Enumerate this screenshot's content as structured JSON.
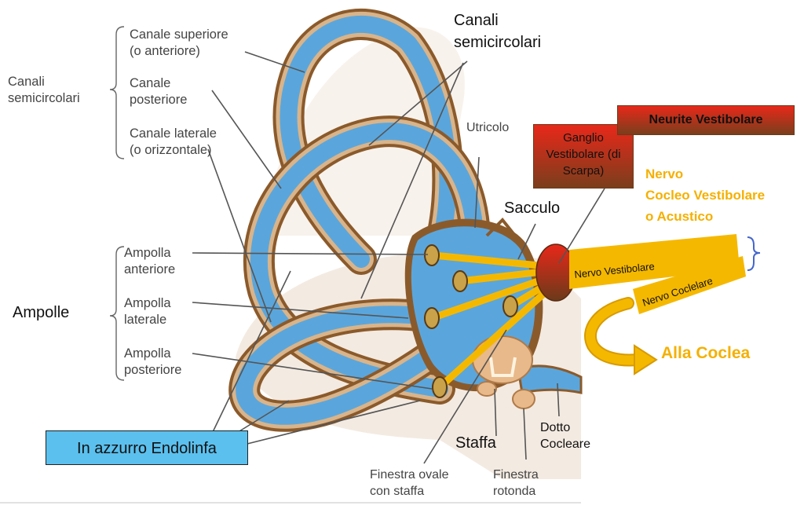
{
  "labels": {
    "canali_group": "Canali\nsemicircolari",
    "canale_superiore": "Canale superiore\n(o anteriore)",
    "canale_posteriore": "Canale\nposteriore",
    "canale_laterale": "Canale laterale\n(o orizzontale)",
    "canali_top": "Canali\nsemicircolari",
    "utricolo": "Utricolo",
    "sacculo": "Sacculo",
    "ganglio": "Ganglio\nVestibolare\n(di Scarpa)",
    "neurite": "Neurite Vestibolare",
    "nervo_cocleo": "Nervo\nCocleo Vestibolare\no Acustico",
    "nervo_vestibolare": "Nervo Vestibolare",
    "nervo_cocleare": "Nervo Coclelare",
    "alla_coclea": "Alla Coclea",
    "ampolle": "Ampolle",
    "ampolla_anteriore": "Ampolla\nanteriore",
    "ampolla_laterale": "Ampolla\nlaterale",
    "ampolla_posteriore": "Ampolla\nposteriore",
    "endolinfa": "In azzurro Endolinfa",
    "staffa": "Staffa",
    "dotto_cocleare": "Dotto\nCocleare",
    "finestra_ovale": "Finestra ovale\ncon staffa",
    "finestra_rotonda": "Finestra\nrotonda"
  },
  "colors": {
    "endolymph": "#5aa6dc",
    "membrane": "#a8794a",
    "nerve": "#f5b800",
    "ganglion_top": "#e8281a",
    "ganglion_bottom": "#6b3a1a",
    "label_orange": "#f5b000",
    "endolinfa_box": "#5bc0ee",
    "bracket_blue": "#4466cc"
  }
}
